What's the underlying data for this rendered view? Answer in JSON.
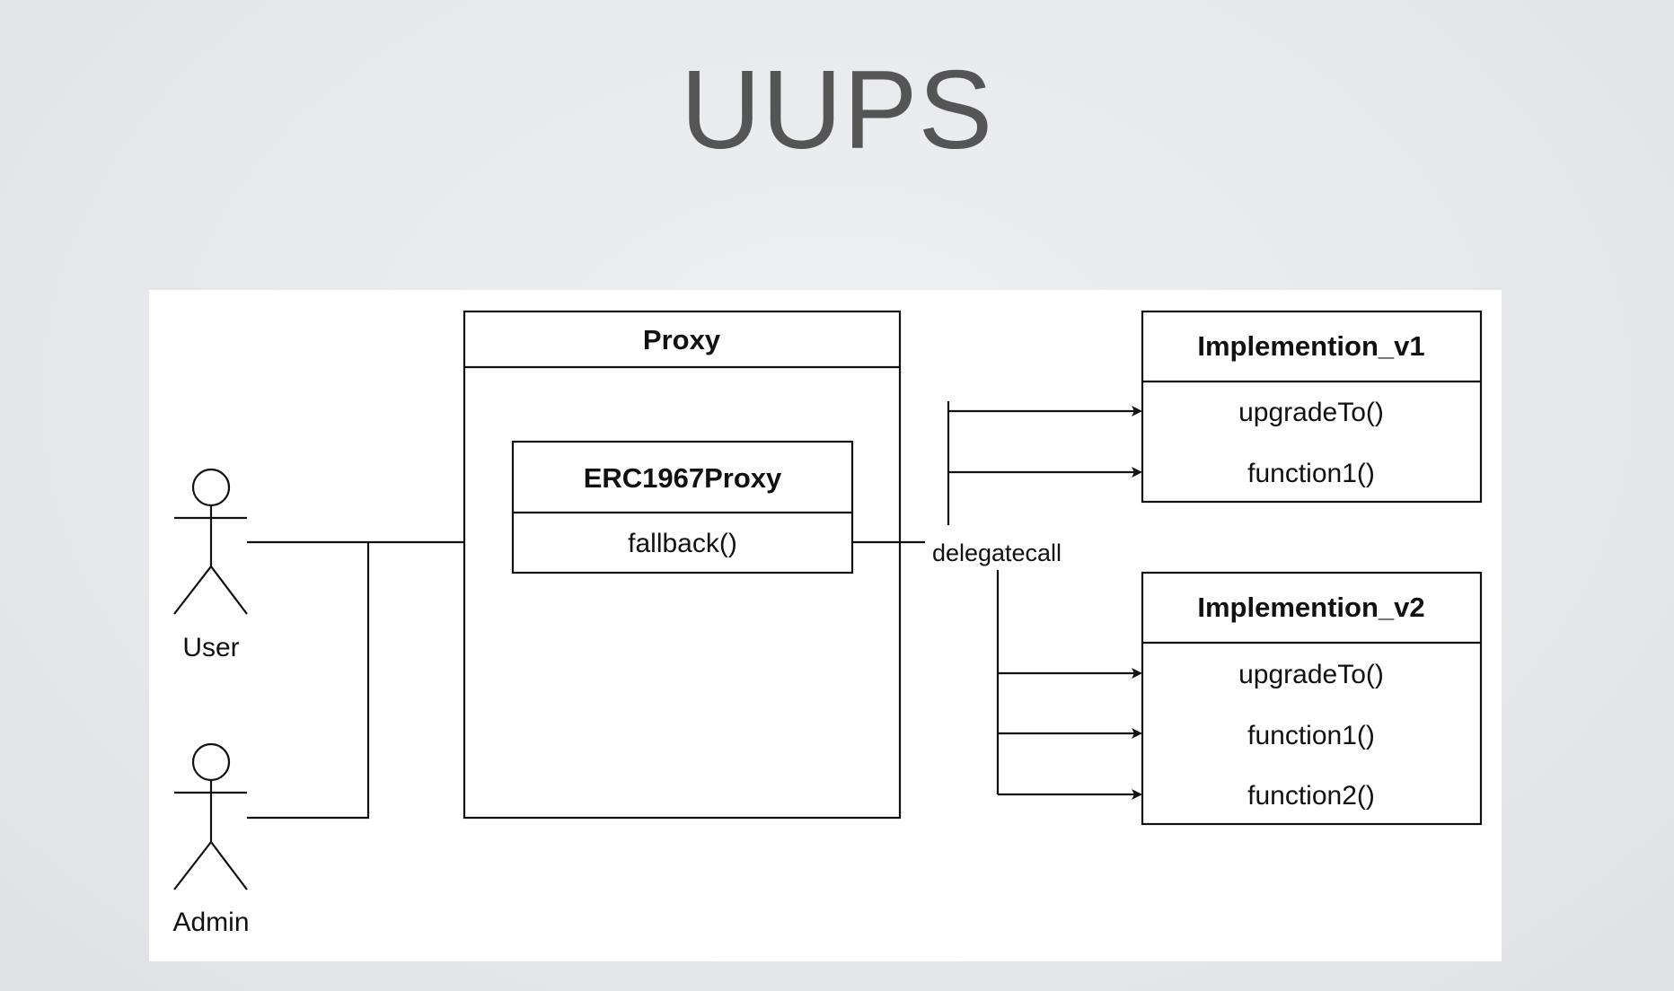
{
  "slide": {
    "title": "UUPS"
  },
  "diagram": {
    "actors": {
      "user": "User",
      "admin": "Admin"
    },
    "proxy": {
      "title": "Proxy",
      "inner": {
        "title": "ERC1967Proxy",
        "method": "fallback()"
      }
    },
    "edge_label": "delegatecall",
    "implementation_v1": {
      "title": "Implemention_v1",
      "methods": [
        "upgradeTo()",
        "function1()"
      ]
    },
    "implementation_v2": {
      "title": "Implemention_v2",
      "methods": [
        "upgradeTo()",
        "function1()",
        "function2()"
      ]
    }
  },
  "colors": {
    "background": "#e6e8eb",
    "canvas": "#ffffff",
    "title_text": "#555555",
    "stroke": "#111111"
  }
}
